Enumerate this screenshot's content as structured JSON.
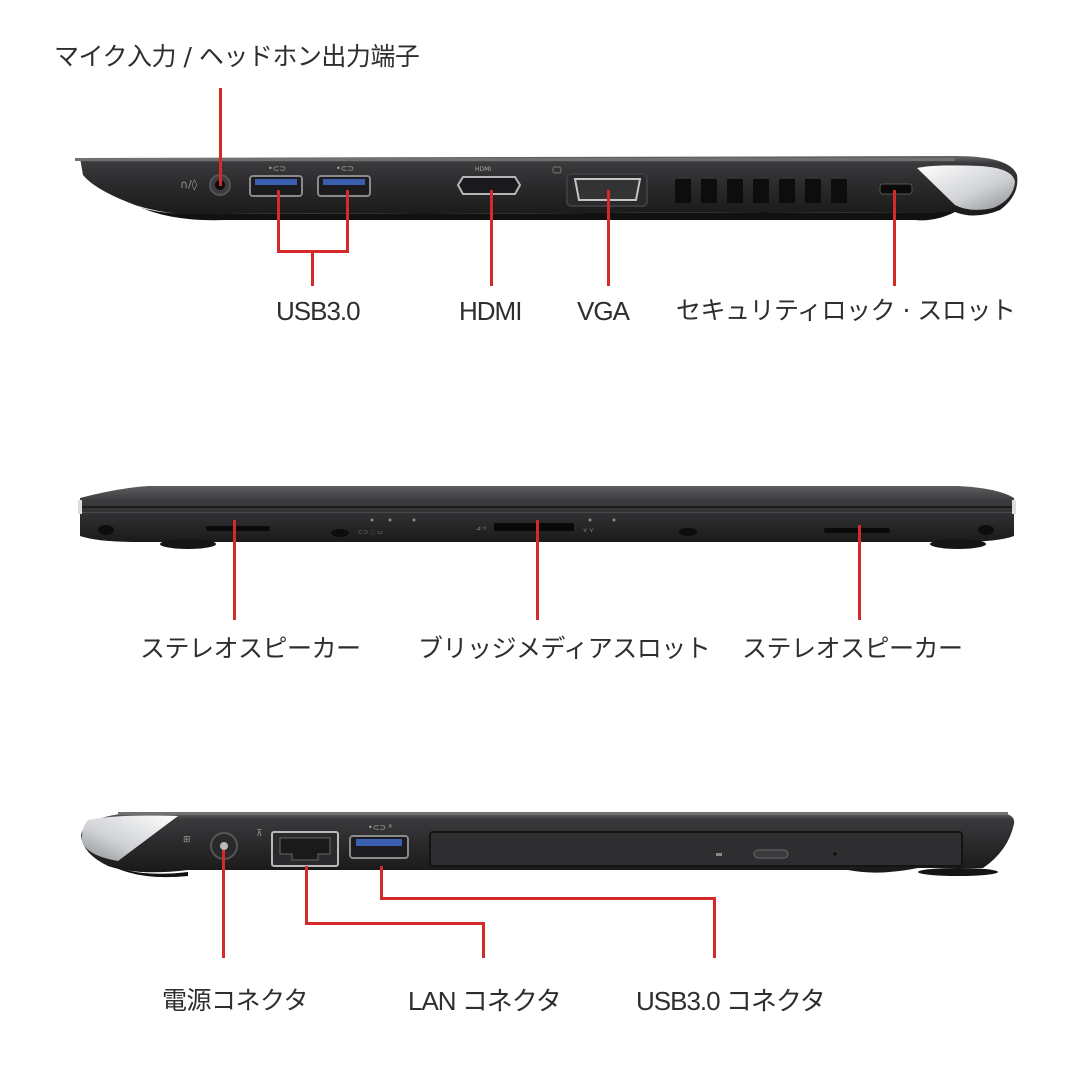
{
  "diagram": {
    "title": "Laptop port layout",
    "leader_color": "#d42a2a",
    "body_color": "#2e2e30",
    "views": [
      {
        "id": "left-side",
        "labels": {
          "audio_jack": "マイク入力 / ヘッドホン出力端子",
          "usb": "USB3.0",
          "hdmi": "HDMI",
          "vga": "VGA",
          "security": "セキュリティロック · スロット"
        }
      },
      {
        "id": "front",
        "labels": {
          "speaker_left": "ステレオスピーカー",
          "media_slot": "ブリッジメディアスロット",
          "speaker_right": "ステレオスピーカー"
        }
      },
      {
        "id": "right-side",
        "labels": {
          "power": "電源コネクタ",
          "lan": "LAN コネクタ",
          "usb": "USB3.0 コネクタ"
        }
      }
    ]
  }
}
